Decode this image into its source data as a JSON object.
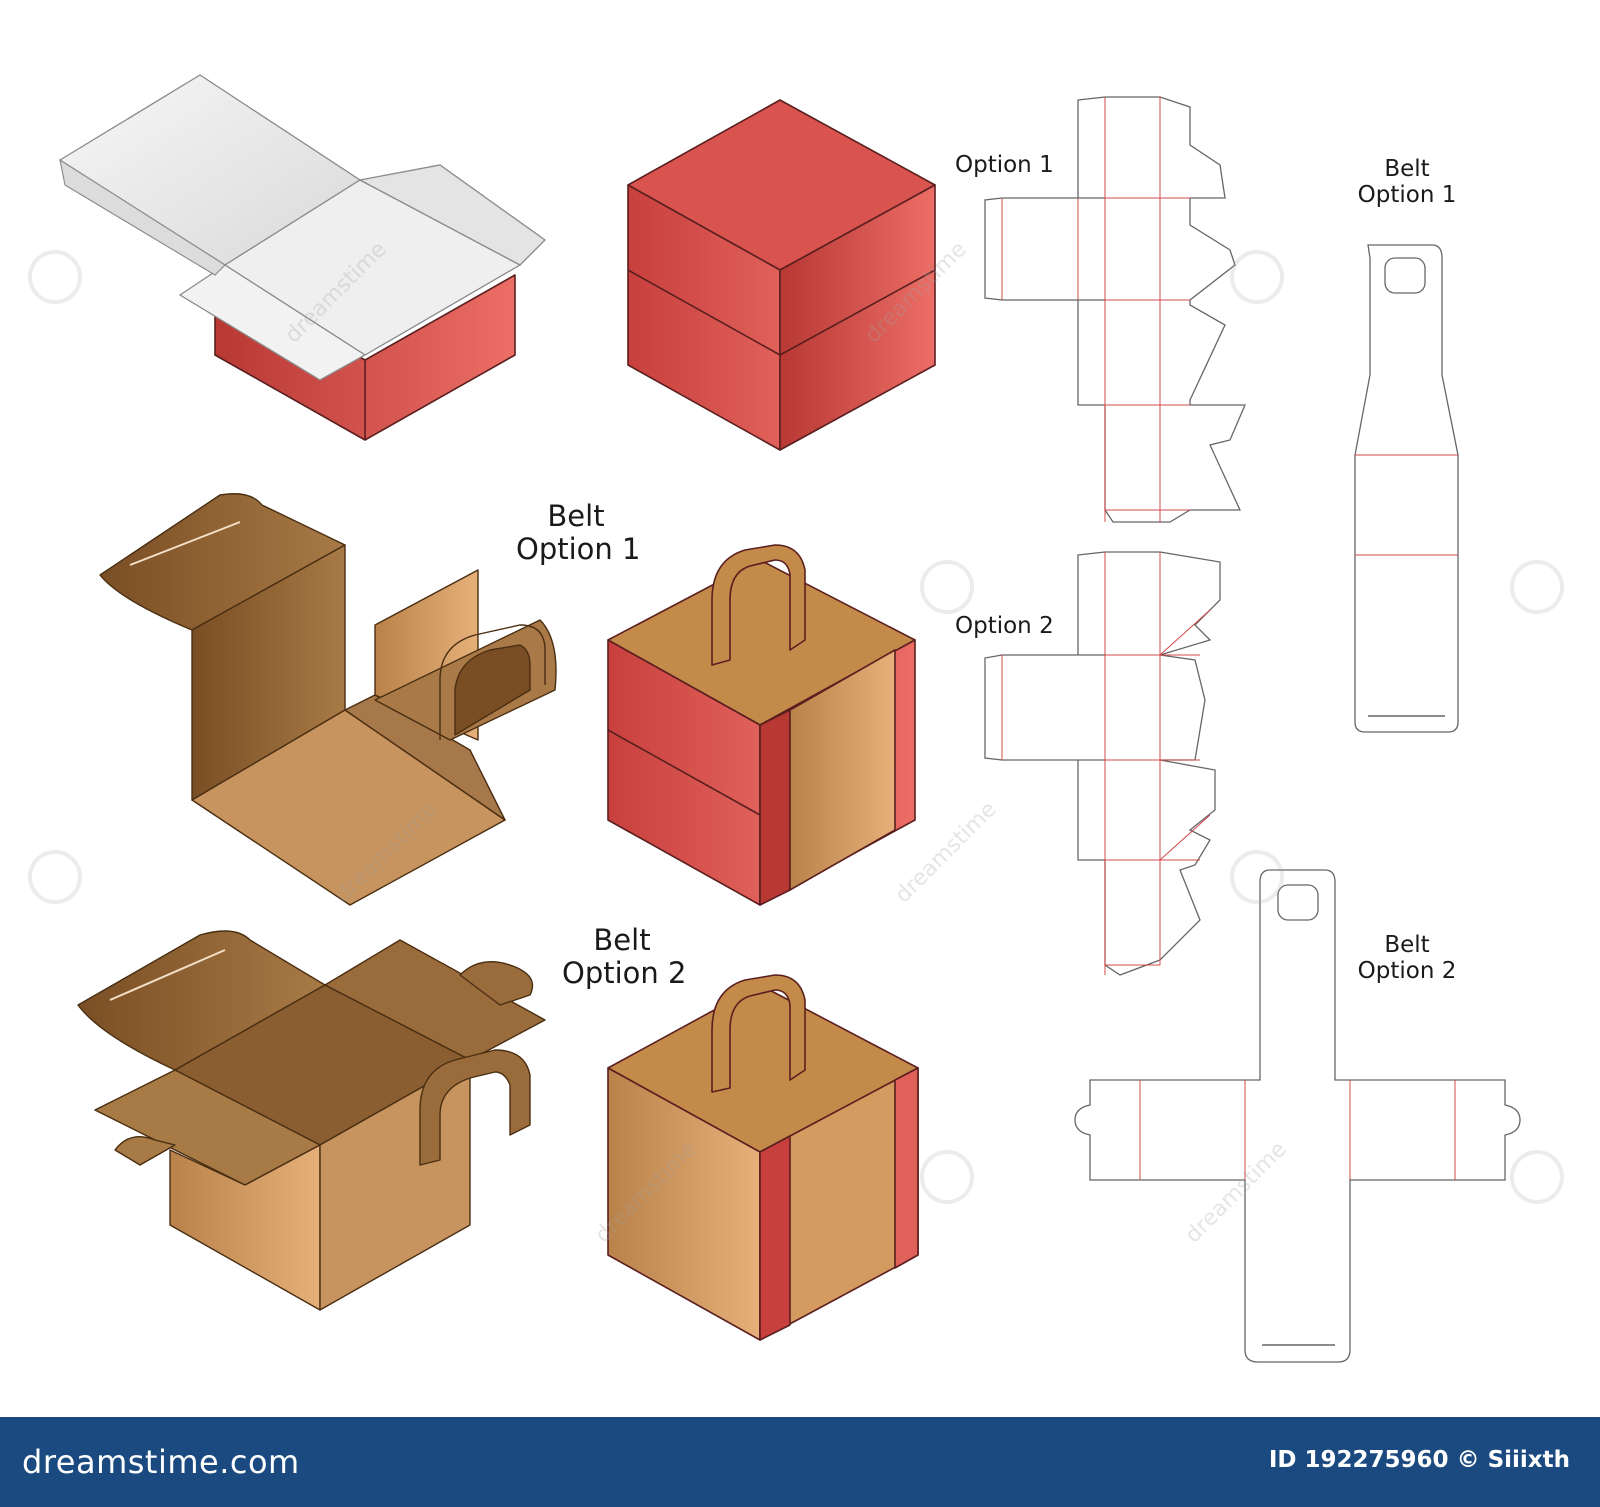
{
  "labels": {
    "belt_option_1_center": [
      "Belt",
      "Option 1"
    ],
    "belt_option_2_center": [
      "Belt",
      "Option 2"
    ],
    "option_1": "Option 1",
    "option_2": "Option 2",
    "belt_option_1_right": [
      "Belt",
      "Option 1"
    ],
    "belt_option_2_right": [
      "Belt",
      "Option 2"
    ]
  },
  "watermark": "dreamstime",
  "footer": {
    "brand": "dreamstime.com",
    "image_id": "ID 192275960 © Siiixth"
  },
  "colors": {
    "red_box": "#d9534f",
    "kraft": "#c48a4a",
    "kraft_dark": "#8a5a2a",
    "footer_bg": "#1a4a80",
    "cut_line": "#666666",
    "fold_line": "#d3484a"
  }
}
